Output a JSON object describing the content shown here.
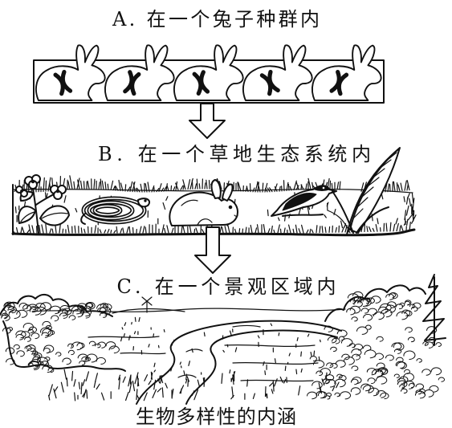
{
  "diagram": {
    "panel_a": {
      "label": "A. 在一个兔子种群内",
      "icon": "rabbit-with-chromosome-pair-icon"
    },
    "panel_b": {
      "label": "B. 在一个草地生态系统内",
      "icons": [
        "flowering-plant-icon",
        "coiled-snake-icon",
        "rabbit-icon",
        "bird-icon",
        "reed-grass-icon"
      ]
    },
    "panel_c": {
      "label": "C. 在一个景观区域内",
      "icon": "landscape-icon"
    },
    "arrow_icon": "down-arrow-icon",
    "caption": "生物多样性的内涵"
  }
}
